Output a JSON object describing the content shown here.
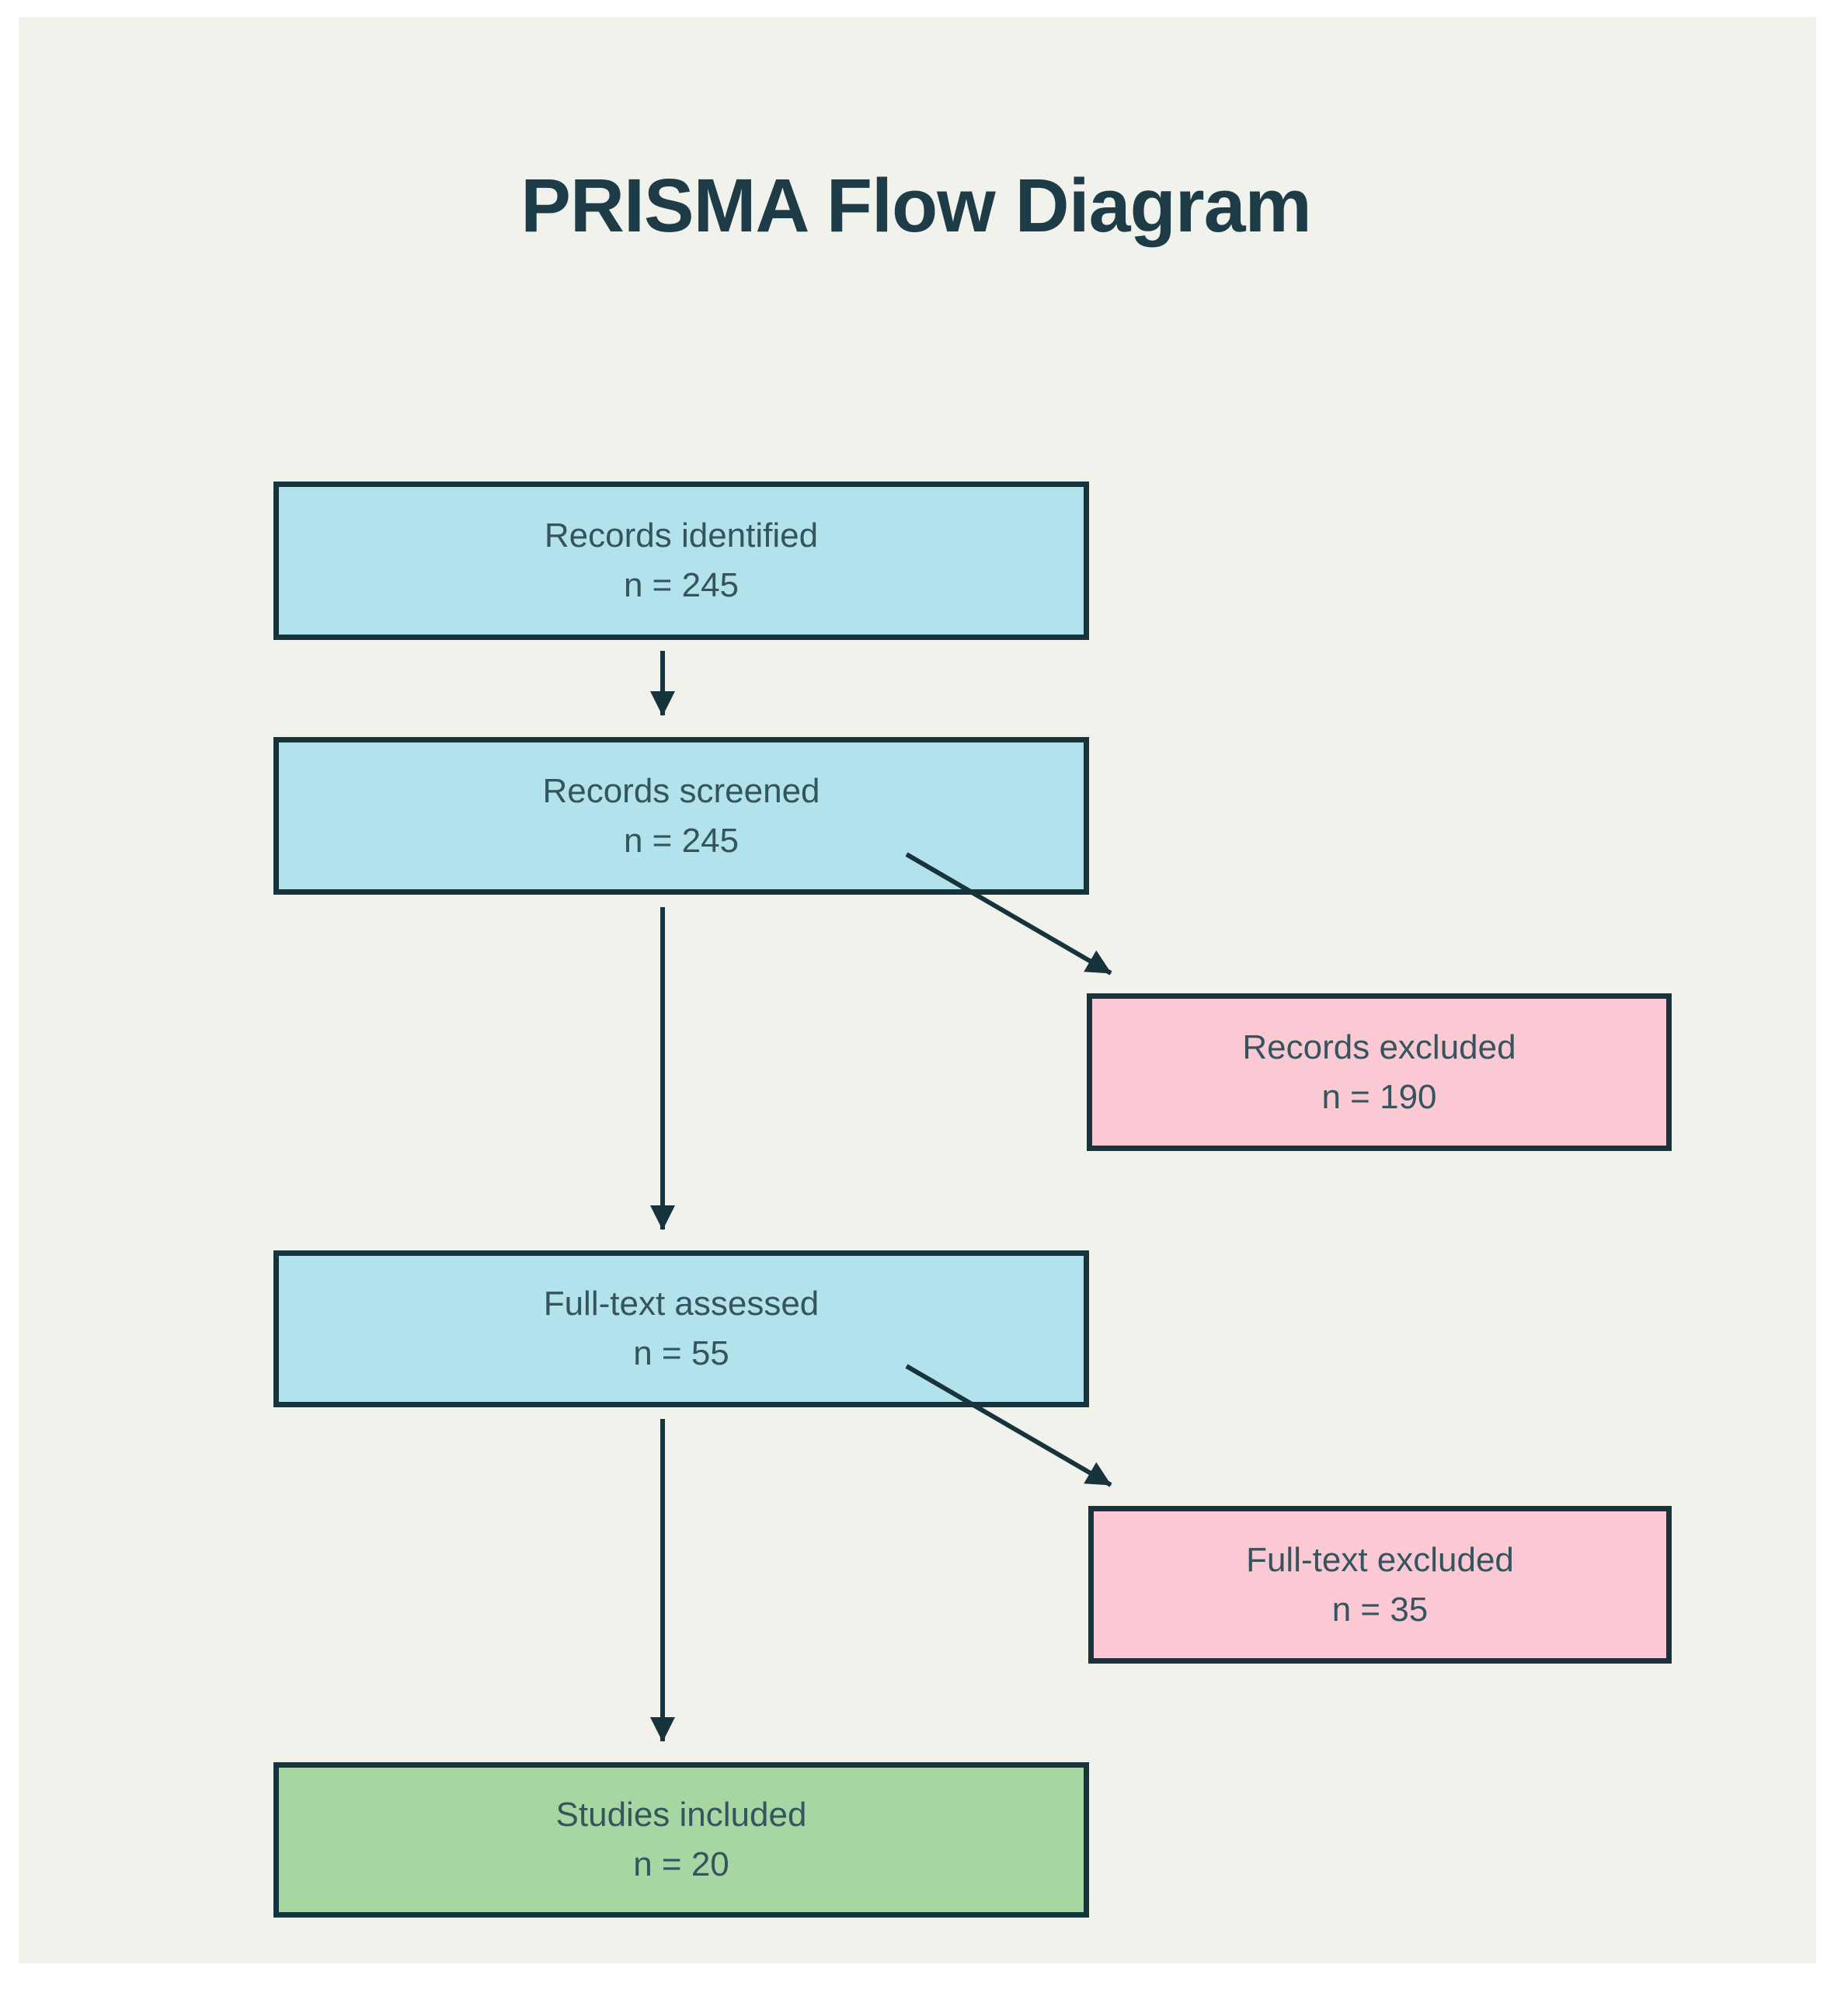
{
  "title": "PRISMA Flow Diagram",
  "diagram": {
    "type": "flowchart",
    "nodes": [
      {
        "id": "records-identified",
        "label": "Records identified",
        "count_label": "n = 245",
        "count": 245,
        "category": "process"
      },
      {
        "id": "records-screened",
        "label": "Records screened",
        "count_label": "n = 245",
        "count": 245,
        "category": "process"
      },
      {
        "id": "records-excluded",
        "label": "Records excluded",
        "count_label": "n = 190",
        "count": 190,
        "category": "excluded"
      },
      {
        "id": "full-text-assessed",
        "label": "Full-text assessed",
        "count_label": "n = 55",
        "count": 55,
        "category": "process"
      },
      {
        "id": "full-text-excluded",
        "label": "Full-text excluded",
        "count_label": "n = 35",
        "count": 35,
        "category": "excluded"
      },
      {
        "id": "studies-included",
        "label": "Studies included",
        "count_label": "n = 20",
        "count": 20,
        "category": "included"
      }
    ],
    "edges": [
      {
        "from": "records-identified",
        "to": "records-screened"
      },
      {
        "from": "records-screened",
        "to": "records-excluded"
      },
      {
        "from": "records-screened",
        "to": "full-text-assessed"
      },
      {
        "from": "full-text-assessed",
        "to": "full-text-excluded"
      },
      {
        "from": "full-text-assessed",
        "to": "studies-included"
      }
    ]
  },
  "colors": {
    "page_background": "#ffffff",
    "canvas_background": "#f2f2ec",
    "process_fill": "#b2e2eb",
    "excluded_fill": "#fac9d3",
    "included_fill": "#a6d7a2",
    "stroke": "#17333c",
    "box_text": "#35545d",
    "title_text": "#1d3c47"
  }
}
